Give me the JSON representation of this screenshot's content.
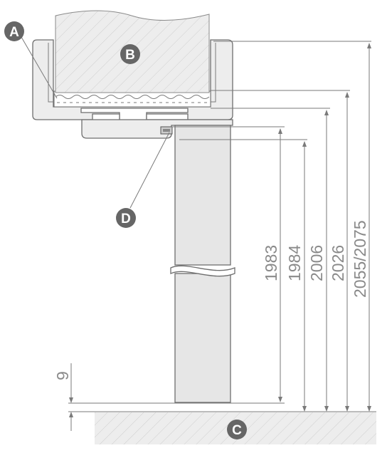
{
  "labels": {
    "a": "A",
    "b": "B",
    "c": "C",
    "d": "D"
  },
  "dimensions": {
    "d1983": "1983",
    "d1984": "1984",
    "d2006": "2006",
    "d2026": "2026",
    "d2055": "2055/2075",
    "gap": "9"
  },
  "colors": {
    "hatch_fill": "#e9e9e9",
    "frame_fill": "#ededed",
    "door_fill": "#e6e6e6",
    "badge": "#666666",
    "dimension_text": "#8a8a8a"
  }
}
